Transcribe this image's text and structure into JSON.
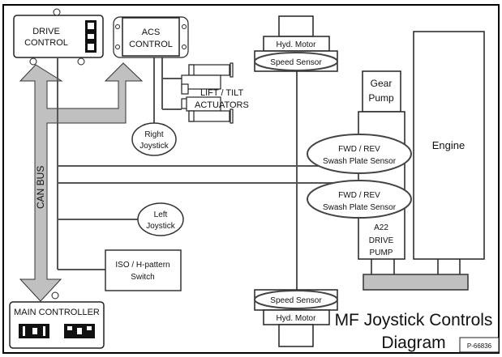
{
  "diagram": {
    "title_line1": "MF Joystick Controls",
    "title_line2": "Diagram",
    "figure_id": "P-66836",
    "colors": {
      "bus_fill": "#c0c0c0",
      "line": "#333333",
      "frame": "#000000"
    }
  },
  "components": {
    "drive_control": {
      "line1": "DRIVE",
      "line2": "CONTROL"
    },
    "acs_control": {
      "line1": "ACS",
      "line2": "CONTROL"
    },
    "actuators": {
      "line1": "LIFT / TILT",
      "line2": "ACTUATORS"
    },
    "right_joystick": {
      "line1": "Right",
      "line2": "Joystick"
    },
    "left_joystick": {
      "line1": "Left",
      "line2": "Joystick"
    },
    "iso_switch": {
      "line1": "ISO / H-pattern",
      "line2": "Switch"
    },
    "can_bus": {
      "label": "CAN BUS"
    },
    "main_controller": {
      "label": "MAIN CONTROLLER"
    },
    "top_hyd_motor": {
      "label": "Hyd. Motor"
    },
    "top_speed_sensor": {
      "label": "Speed Sensor"
    },
    "bottom_hyd_motor": {
      "label": "Hyd. Motor"
    },
    "bottom_speed_sensor": {
      "label": "Speed Sensor"
    },
    "gear_pump": {
      "line1": "Gear",
      "line2": "Pump"
    },
    "swash_sensor_upper": {
      "line1": "FWD / REV",
      "line2": "Swash Plate Sensor"
    },
    "swash_sensor_lower": {
      "line1": "FWD / REV",
      "line2": "Swash Plate Sensor"
    },
    "drive_pump": {
      "line1": "A22",
      "line2": "DRIVE",
      "line3": "PUMP"
    },
    "engine": {
      "label": "Engine"
    }
  }
}
